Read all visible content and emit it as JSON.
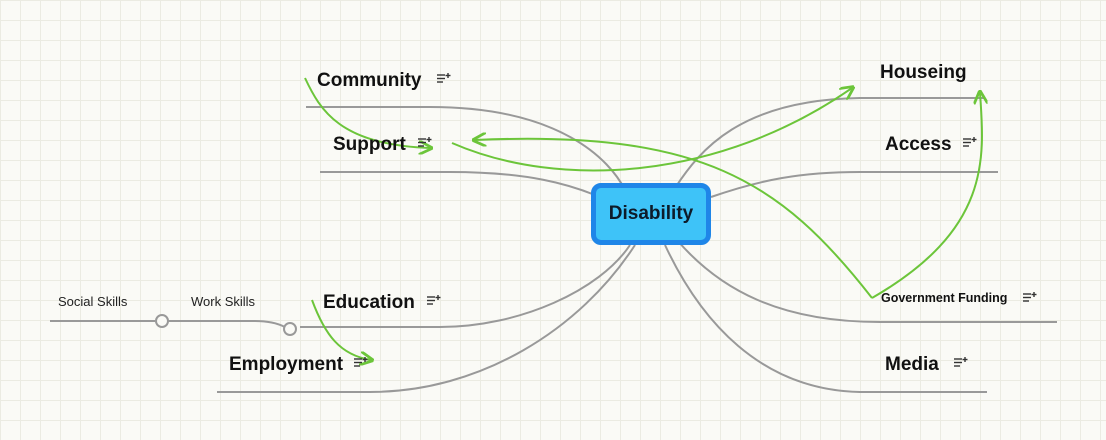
{
  "central_topic": "Disability",
  "topics": {
    "community": "Community",
    "support": "Support",
    "education": "Education",
    "employment": "Employment",
    "houseing": "Houseing",
    "access": "Access",
    "government_funding": "Government Funding",
    "media": "Media"
  },
  "subtopics": {
    "social_skills": "Social Skills",
    "work_skills": "Work Skills"
  },
  "colors": {
    "branch": "#999999",
    "relation_arrow": "#6cc53a",
    "central_fill": "#3ec3f8",
    "central_border": "#1f86e8"
  },
  "icons": {
    "note": "note-add-icon"
  }
}
